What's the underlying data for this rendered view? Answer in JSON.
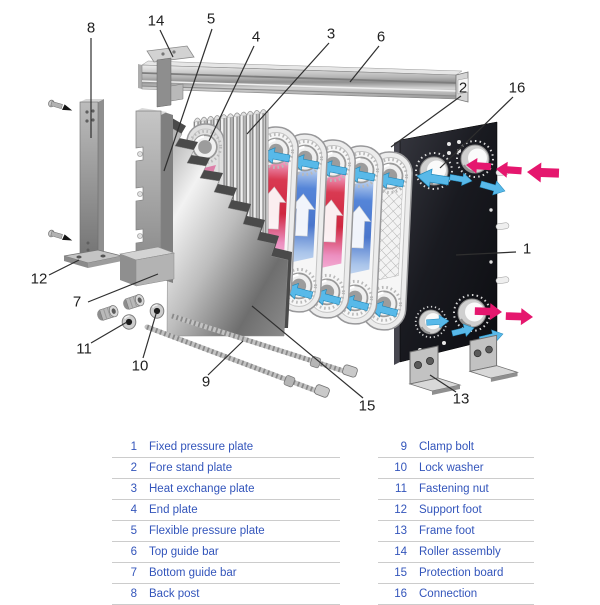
{
  "colors": {
    "legend_text": "#3355bb",
    "hot_flow_arrow": "#e5176e",
    "cold_flow_arrow": "#58b9e9",
    "hot_channel": "#cf2740",
    "cold_channel": "#4a76cc",
    "fixed_plate": "#16171c"
  },
  "parts": [
    {
      "num": "1",
      "name": "Fixed pressure plate"
    },
    {
      "num": "2",
      "name": "Fore stand plate"
    },
    {
      "num": "3",
      "name": "Heat exchange plate"
    },
    {
      "num": "4",
      "name": "End plate"
    },
    {
      "num": "5",
      "name": "Flexible pressure plate"
    },
    {
      "num": "6",
      "name": "Top guide bar"
    },
    {
      "num": "7",
      "name": "Bottom guide bar"
    },
    {
      "num": "8",
      "name": "Back post"
    },
    {
      "num": "9",
      "name": "Clamp bolt"
    },
    {
      "num": "10",
      "name": "Lock washer"
    },
    {
      "num": "11",
      "name": "Fastening nut"
    },
    {
      "num": "12",
      "name": "Support foot"
    },
    {
      "num": "13",
      "name": "Frame foot"
    },
    {
      "num": "14",
      "name": "Roller assembly"
    },
    {
      "num": "15",
      "name": "Protection board"
    },
    {
      "num": "16",
      "name": "Connection"
    }
  ]
}
